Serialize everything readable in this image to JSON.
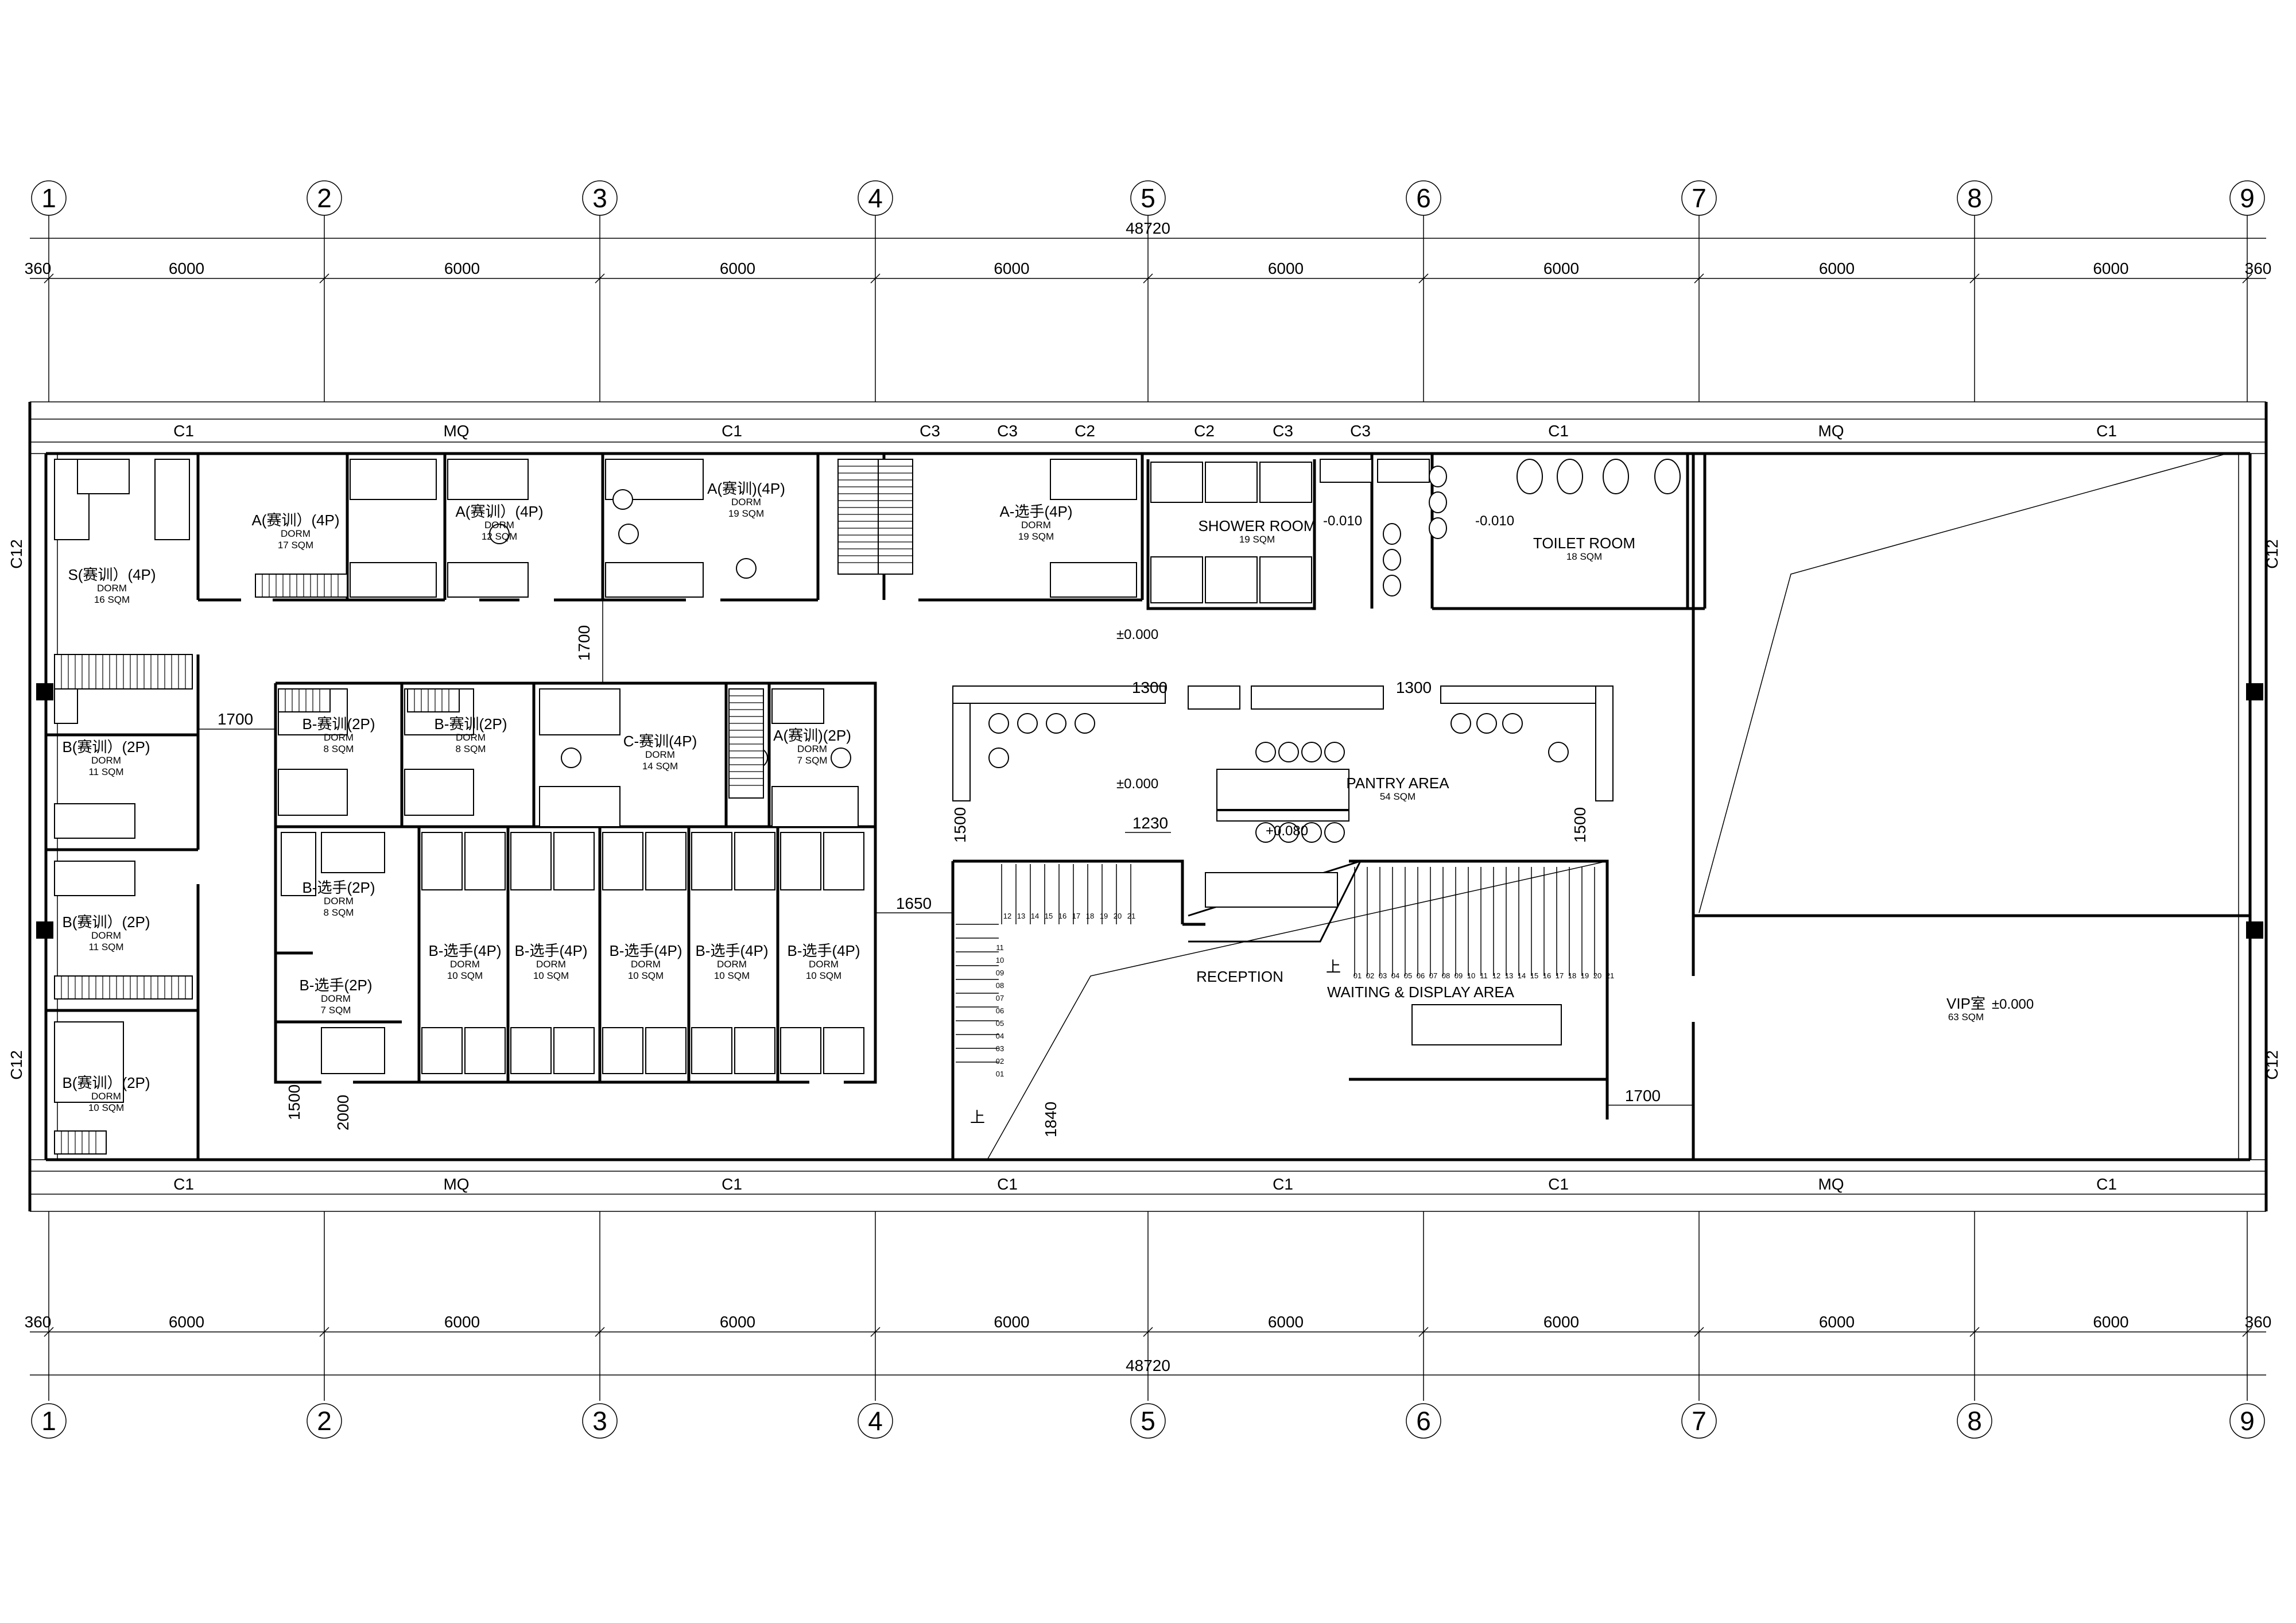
{
  "axes": [
    "1",
    "2",
    "3",
    "4",
    "5",
    "6",
    "7",
    "8",
    "9"
  ],
  "dims": {
    "total": "48720",
    "edge": "360",
    "bay": "6000"
  },
  "windows": {
    "top": [
      "C1",
      "MQ",
      "C1",
      "C3",
      "C3",
      "C2",
      "C2",
      "C3",
      "C3",
      "C1",
      "MQ",
      "C1"
    ],
    "bottom": [
      "C1",
      "MQ",
      "C1",
      "C1",
      "C1",
      "C1",
      "MQ",
      "C1"
    ],
    "side": "C12"
  },
  "rooms": {
    "s_train": {
      "name": "S(赛训）(4P)",
      "type": "DORM",
      "area": "16 SQM"
    },
    "a_train_17": {
      "name": "A(赛训）(4P)",
      "type": "DORM",
      "area": "17 SQM"
    },
    "a_train_12": {
      "name": "A(赛训）(4P)",
      "type": "DORM",
      "area": "12 SQM"
    },
    "a_train_19": {
      "name": "A(赛训)(4P)",
      "type": "DORM",
      "area": "19 SQM"
    },
    "a_player_19": {
      "name": "A-选手(4P)",
      "type": "DORM",
      "area": "19 SQM"
    },
    "shower": {
      "name": "SHOWER ROOM",
      "area": "19 SQM"
    },
    "toilet": {
      "name": "TOILET ROOM",
      "area": "18 SQM"
    },
    "b_train_11a": {
      "name": "B(赛训）(2P)",
      "type": "DORM",
      "area": "11 SQM"
    },
    "b_train_11b": {
      "name": "B(赛训）(2P)",
      "type": "DORM",
      "area": "11 SQM"
    },
    "b_train_10": {
      "name": "B(赛训）(2P)",
      "type": "DORM",
      "area": "10 SQM"
    },
    "b_train_8a": {
      "name": "B-赛训(2P)",
      "type": "DORM",
      "area": "8 SQM"
    },
    "b_train_8b": {
      "name": "B-赛训(2P)",
      "type": "DORM",
      "area": "8 SQM"
    },
    "c_train_14": {
      "name": "C-赛训(4P)",
      "type": "DORM",
      "area": "14 SQM"
    },
    "a_train_7": {
      "name": "A(赛训)(2P)",
      "type": "DORM",
      "area": "7 SQM"
    },
    "b_player_8": {
      "name": "B-选手(2P)",
      "type": "DORM",
      "area": "8 SQM"
    },
    "b_player_7": {
      "name": "B-选手(2P)",
      "type": "DORM",
      "area": "7 SQM"
    },
    "b_player_4p_1": {
      "name": "B-选手(4P)",
      "type": "DORM",
      "area": "10 SQM"
    },
    "b_player_4p_2": {
      "name": "B-选手(4P)",
      "type": "DORM",
      "area": "10 SQM"
    },
    "b_player_4p_3": {
      "name": "B-选手(4P)",
      "type": "DORM",
      "area": "10 SQM"
    },
    "b_player_4p_4": {
      "name": "B-选手(4P)",
      "type": "DORM",
      "area": "10 SQM"
    },
    "b_player_4p_5": {
      "name": "B-选手(4P)",
      "type": "DORM",
      "area": "10 SQM"
    },
    "pantry": {
      "name": "PANTRY AREA",
      "area": "54 SQM"
    },
    "reception": {
      "name": "RECEPTION"
    },
    "waiting": {
      "name": "WAITING & DISPLAY AREA"
    },
    "vip": {
      "name": "VIP室",
      "area": "63 SQM"
    }
  },
  "levels": {
    "corridor": "±0.000",
    "pantry": "±0.000",
    "reception": "+0.080",
    "shower": "-0.010",
    "toilet": "-0.010",
    "vip": "±0.000"
  },
  "inner_dims": {
    "d1700a": "1700",
    "d1700b": "1700",
    "d1700c": "1700",
    "d1300a": "1300",
    "d1300b": "1300",
    "d1500a": "1500",
    "d1500b": "1500",
    "d1500c": "1500",
    "d1230": "1230",
    "d1650": "1650",
    "d2000": "2000",
    "d1840": "1840"
  },
  "stair_up": "上",
  "stair_left_nums": [
    "01",
    "02",
    "03",
    "04",
    "05",
    "06",
    "07",
    "08",
    "09",
    "10",
    "11",
    "12",
    "13",
    "14",
    "15",
    "16",
    "17",
    "18",
    "19",
    "20",
    "21"
  ],
  "stair_right_nums": [
    "01",
    "02",
    "03",
    "04",
    "05",
    "06",
    "07",
    "08",
    "09",
    "10",
    "11",
    "12",
    "13",
    "14",
    "15",
    "16",
    "17",
    "18",
    "19",
    "20",
    "21"
  ]
}
